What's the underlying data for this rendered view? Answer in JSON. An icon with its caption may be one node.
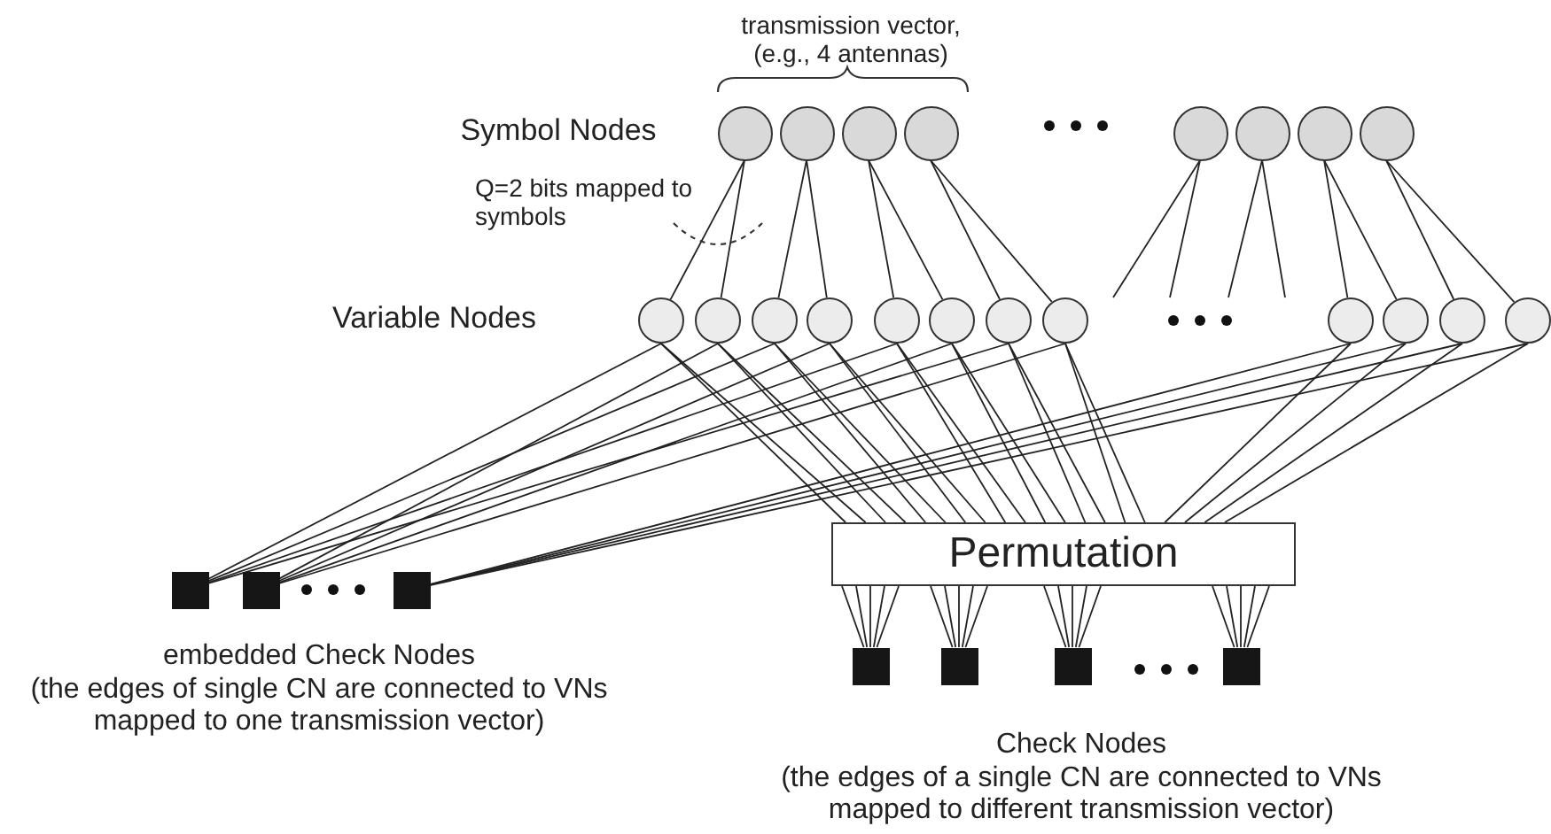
{
  "diagram": {
    "nodes": [
      {
        "text": [],
        "shape": "circle"
      },
      {
        "text": [],
        "shape": "circle"
      },
      {
        "text": [],
        "shape": "circle"
      },
      {
        "text": [],
        "shape": "circle"
      },
      {
        "text": [],
        "shape": "circle"
      },
      {
        "text": [],
        "shape": "circle"
      },
      {
        "text": [],
        "shape": "circle"
      },
      {
        "text": [],
        "shape": "circle"
      },
      {
        "text": [],
        "shape": "circle"
      },
      {
        "text": [],
        "shape": "circle"
      },
      {
        "text": [],
        "shape": "circle"
      },
      {
        "text": [],
        "shape": "circle"
      },
      {
        "text": [],
        "shape": "circle"
      },
      {
        "text": [],
        "shape": "circle"
      },
      {
        "text": [],
        "shape": "circle"
      },
      {
        "text": [],
        "shape": "circle"
      },
      {
        "text": [],
        "shape": "circle"
      },
      {
        "text": [],
        "shape": "circle"
      },
      {
        "text": [],
        "shape": "circle"
      },
      {
        "text": [],
        "shape": "circle"
      },
      {
        "text": [
          "Permutation"
        ]
      },
      {
        "text": [],
        "shape": "box"
      },
      {
        "text": [],
        "shape": "box"
      },
      {
        "text": [],
        "shape": "box"
      },
      {
        "text": [],
        "shape": "box"
      },
      {
        "text": [],
        "shape": "box"
      },
      {
        "text": [],
        "shape": "box"
      },
      {
        "text": [],
        "shape": "box"
      }
    ],
    "edges": [
      {
        "from": 0,
        "to": 8,
        "arrow": "none"
      },
      {
        "from": 0,
        "to": 9,
        "arrow": "none"
      },
      {
        "from": 1,
        "to": 10,
        "arrow": "none"
      },
      {
        "from": 1,
        "to": 11,
        "arrow": "none"
      },
      {
        "from": 2,
        "to": 12,
        "arrow": "none"
      },
      {
        "from": 2,
        "to": 13,
        "arrow": "none"
      },
      {
        "from": 3,
        "to": 14,
        "arrow": "none"
      },
      {
        "from": 3,
        "to": 15,
        "arrow": "none"
      },
      {
        "from": 4,
        "to": null,
        "arrow": "none"
      },
      {
        "from": 4,
        "to": null,
        "arrow": "none"
      },
      {
        "from": 5,
        "to": null,
        "arrow": "none"
      },
      {
        "from": 5,
        "to": null,
        "arrow": "none"
      },
      {
        "from": 6,
        "to": 16,
        "arrow": "none"
      },
      {
        "from": 6,
        "to": 17,
        "arrow": "none"
      },
      {
        "from": 7,
        "to": 18,
        "arrow": "none"
      },
      {
        "from": 7,
        "to": 19,
        "arrow": "none"
      },
      {
        "from": 8,
        "to": 21,
        "arrow": "none"
      },
      {
        "from": 10,
        "to": 21,
        "arrow": "none"
      },
      {
        "from": 12,
        "to": 21,
        "arrow": "none"
      },
      {
        "from": 14,
        "to": 21,
        "arrow": "none"
      },
      {
        "from": 9,
        "to": 22,
        "arrow": "none"
      },
      {
        "from": 11,
        "to": 22,
        "arrow": "none"
      },
      {
        "from": 13,
        "to": 22,
        "arrow": "none"
      },
      {
        "from": 15,
        "to": 22,
        "arrow": "none"
      },
      {
        "from": 16,
        "to": 23,
        "arrow": "none"
      },
      {
        "from": 17,
        "to": 23,
        "arrow": "none"
      },
      {
        "from": 18,
        "to": 23,
        "arrow": "none"
      },
      {
        "from": 19,
        "to": 23,
        "arrow": "none"
      },
      {
        "from": 8,
        "to": 20,
        "arrow": "none"
      },
      {
        "from": 8,
        "to": 20,
        "arrow": "none"
      },
      {
        "from": 9,
        "to": 20,
        "arrow": "none"
      },
      {
        "from": 9,
        "to": 20,
        "arrow": "none"
      },
      {
        "from": 10,
        "to": 20,
        "arrow": "none"
      },
      {
        "from": 10,
        "to": 20,
        "arrow": "none"
      },
      {
        "from": 11,
        "to": 20,
        "arrow": "none"
      },
      {
        "from": 11,
        "to": 20,
        "arrow": "none"
      },
      {
        "from": 12,
        "to": 20,
        "arrow": "none"
      },
      {
        "from": 12,
        "to": 20,
        "arrow": "none"
      },
      {
        "from": 13,
        "to": 20,
        "arrow": "none"
      },
      {
        "from": 13,
        "to": 20,
        "arrow": "none"
      },
      {
        "from": 14,
        "to": 20,
        "arrow": "none"
      },
      {
        "from": 14,
        "to": 20,
        "arrow": "none"
      },
      {
        "from": 15,
        "to": 20,
        "arrow": "none"
      },
      {
        "from": 15,
        "to": 20,
        "arrow": "none"
      },
      {
        "from": 16,
        "to": 20,
        "arrow": "none"
      },
      {
        "from": 17,
        "to": 20,
        "arrow": "none"
      },
      {
        "from": 18,
        "to": 20,
        "arrow": "none"
      },
      {
        "from": 19,
        "to": 20,
        "arrow": "none"
      },
      {
        "from": 20,
        "to": 24,
        "arrow": "none"
      },
      {
        "from": 20,
        "to": 24,
        "arrow": "none"
      },
      {
        "from": 20,
        "to": 24,
        "arrow": "none"
      },
      {
        "from": 20,
        "to": 24,
        "arrow": "none"
      },
      {
        "from": 20,
        "to": 24,
        "arrow": "none"
      },
      {
        "from": 20,
        "to": 25,
        "arrow": "none"
      },
      {
        "from": 20,
        "to": 25,
        "arrow": "none"
      },
      {
        "from": 20,
        "to": 25,
        "arrow": "none"
      },
      {
        "from": 20,
        "to": 25,
        "arrow": "none"
      },
      {
        "from": 20,
        "to": 25,
        "arrow": "none"
      },
      {
        "from": 20,
        "to": 26,
        "arrow": "none"
      },
      {
        "from": 20,
        "to": 26,
        "arrow": "none"
      },
      {
        "from": 20,
        "to": 26,
        "arrow": "none"
      },
      {
        "from": 20,
        "to": 26,
        "arrow": "none"
      },
      {
        "from": 20,
        "to": 26,
        "arrow": "none"
      },
      {
        "from": 20,
        "to": 27,
        "arrow": "none"
      },
      {
        "from": 20,
        "to": 27,
        "arrow": "none"
      },
      {
        "from": 20,
        "to": 27,
        "arrow": "none"
      },
      {
        "from": 20,
        "to": 27,
        "arrow": "none"
      },
      {
        "from": 20,
        "to": 27,
        "arrow": "none"
      }
    ],
    "labels": [
      "transmission vector, (e.g., 4 antennas)",
      "Symbol Nodes",
      "Q=2 bits mapped to symbols",
      "Variable Nodes",
      "embedded Check Nodes",
      "(the edges of single CN are connected to VNs mapped to one transmission vector)",
      "Check Nodes",
      "(the edges of a single CN are connected to VNs mapped to different transmission vector)"
    ]
  }
}
